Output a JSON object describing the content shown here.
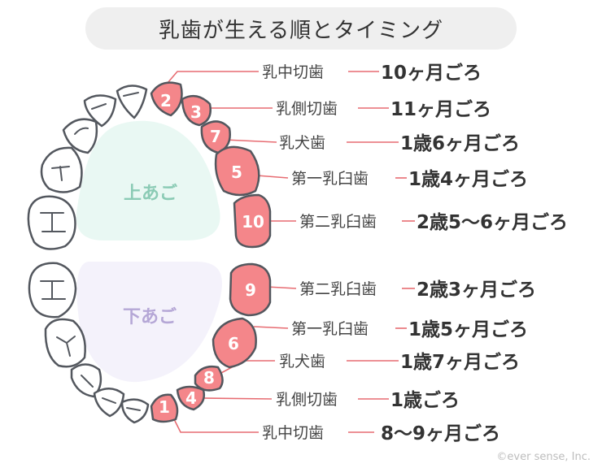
{
  "title": "乳歯が生える順とタイミング",
  "upper_jaw": "上あご",
  "lower_jaw": "下あご",
  "copyright": "©ever sense, Inc.",
  "colors": {
    "highlight": "#f4868a",
    "outline": "#53575e",
    "line": "#e76c72",
    "upper_fill": "#e9f8f3",
    "lower_fill": "#f4f2fb",
    "upper_text": "#8bcbb5",
    "lower_text": "#b5a7d6"
  },
  "teeth": [
    {
      "num": "2",
      "name": "乳中切歯",
      "time": "10ヶ月ごろ"
    },
    {
      "num": "3",
      "name": "乳側切歯",
      "time": "11ヶ月ごろ"
    },
    {
      "num": "7",
      "name": "乳犬歯",
      "time": "1歳6ヶ月ごろ"
    },
    {
      "num": "5",
      "name": "第一乳臼歯",
      "time": "1歳4ヶ月ごろ"
    },
    {
      "num": "10",
      "name": "第二乳臼歯",
      "time": "2歳5〜6ヶ月ごろ"
    },
    {
      "num": "9",
      "name": "第二乳臼歯",
      "time": "2歳3ヶ月ごろ"
    },
    {
      "num": "6",
      "name": "第一乳臼歯",
      "time": "1歳5ヶ月ごろ"
    },
    {
      "num": "8",
      "name": "乳犬歯",
      "time": "1歳7ヶ月ごろ"
    },
    {
      "num": "4",
      "name": "乳側切歯",
      "time": "1歳ごろ"
    },
    {
      "num": "1",
      "name": "乳中切歯",
      "time": "8〜9ヶ月ごろ"
    }
  ]
}
